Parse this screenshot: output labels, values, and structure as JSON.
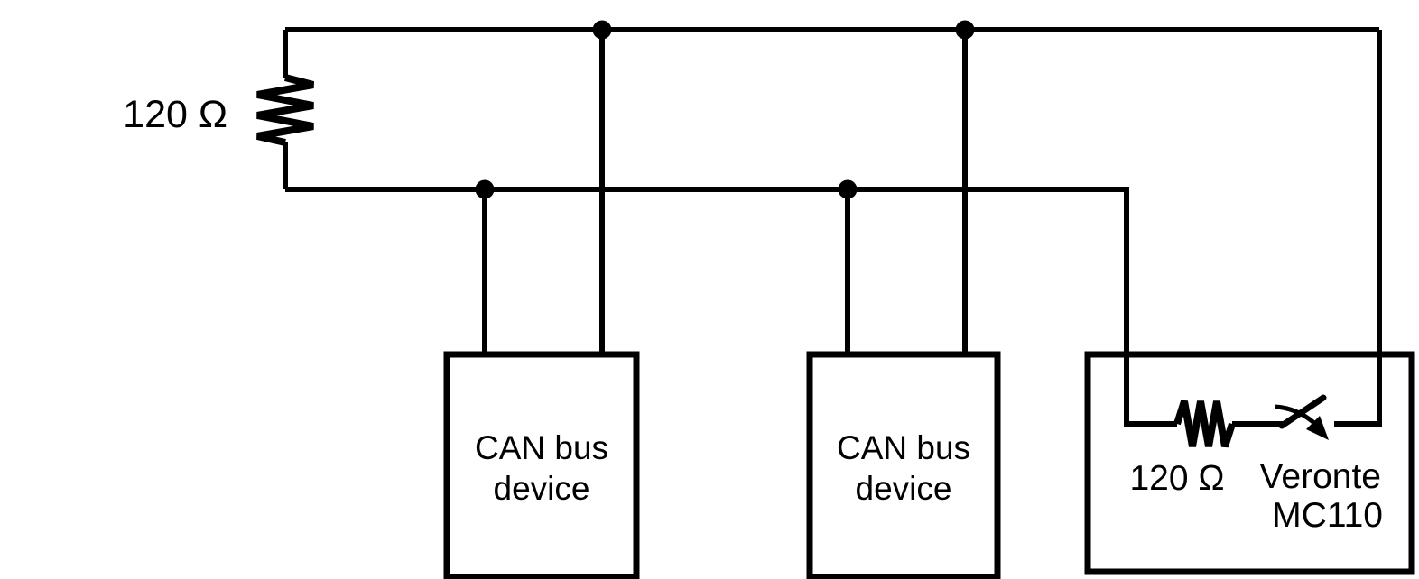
{
  "colors": {
    "background": "#ffffff",
    "line": "#000000",
    "text": "#000000"
  },
  "bus": {
    "termination_resistor_label": "120 Ω"
  },
  "devices": [
    {
      "label_line1": "CAN bus",
      "label_line2": "device"
    },
    {
      "label_line1": "CAN bus",
      "label_line2": "device"
    }
  ],
  "autopilot": {
    "internal_resistor_label": "120 Ω",
    "label_line1": "Veronte",
    "label_line2": "MC110"
  }
}
